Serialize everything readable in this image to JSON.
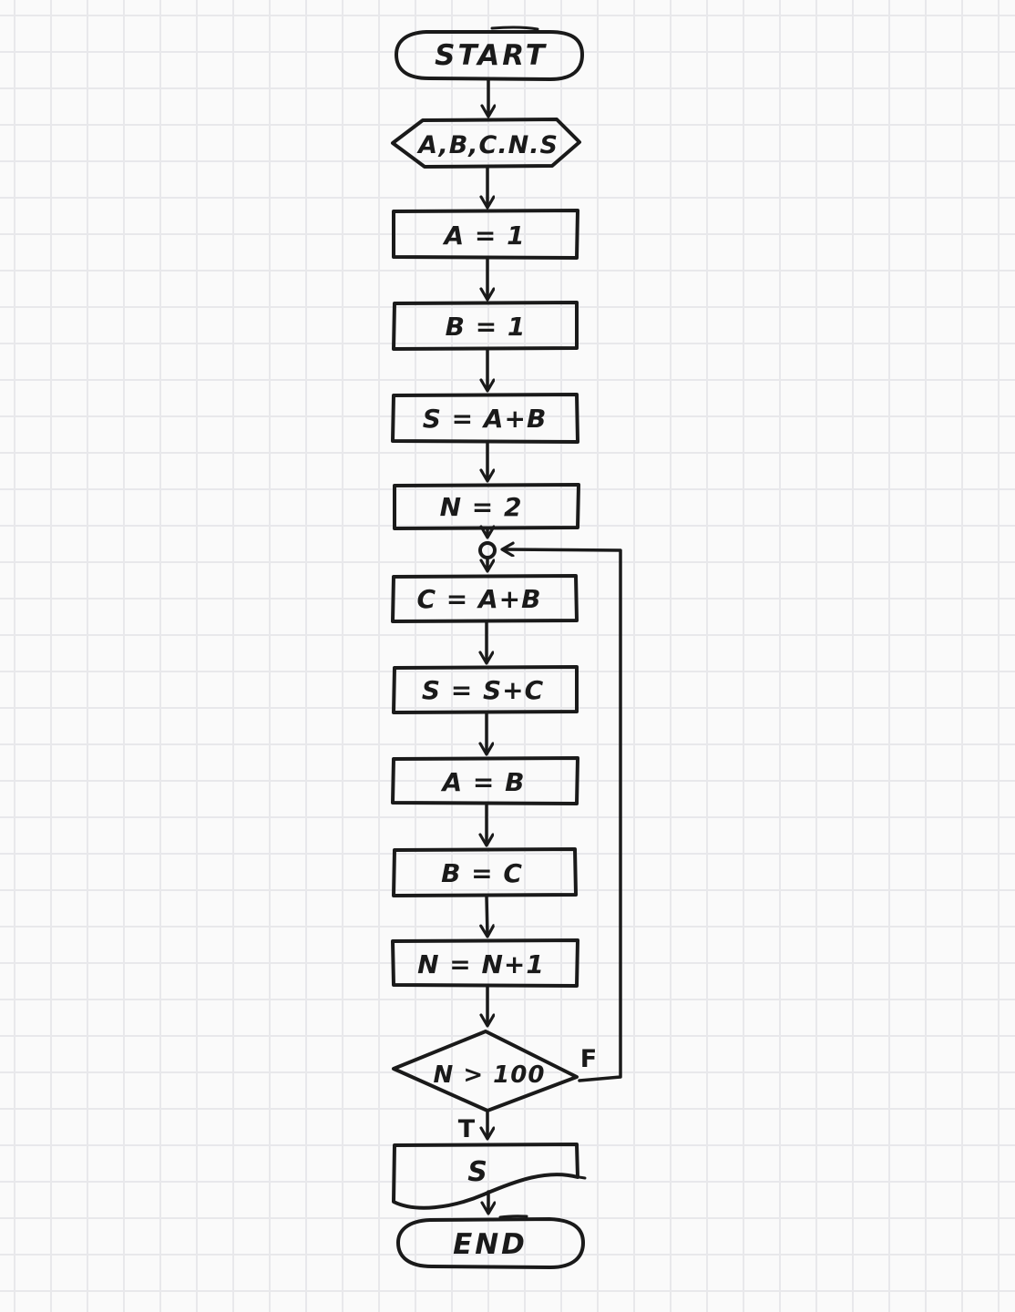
{
  "colors": {
    "ink": "#1a1a1a",
    "paper": "#fafafa",
    "grid_line": "#e8e8eb"
  },
  "diagram": {
    "type": "flowchart",
    "style": "hand-drawn on graph paper",
    "nodes": [
      {
        "id": "start",
        "shape": "terminator",
        "label": "START"
      },
      {
        "id": "input",
        "shape": "hexagon",
        "label": "A,B,C.N.S"
      },
      {
        "id": "init-a",
        "shape": "process",
        "label": "A = 1"
      },
      {
        "id": "init-b",
        "shape": "process",
        "label": "B = 1"
      },
      {
        "id": "init-s",
        "shape": "process",
        "label": "S = A+B"
      },
      {
        "id": "init-n",
        "shape": "process",
        "label": "N = 2"
      },
      {
        "id": "calc-c",
        "shape": "process",
        "label": "C = A+B"
      },
      {
        "id": "acc-s",
        "shape": "process",
        "label": "S = S+C"
      },
      {
        "id": "shift-a",
        "shape": "process",
        "label": "A = B"
      },
      {
        "id": "shift-b",
        "shape": "process",
        "label": "B = C"
      },
      {
        "id": "inc-n",
        "shape": "process",
        "label": "N = N+1"
      },
      {
        "id": "decision",
        "shape": "decision",
        "label": "N > 100"
      },
      {
        "id": "output-s",
        "shape": "document",
        "label": "S"
      },
      {
        "id": "end",
        "shape": "terminator",
        "label": "END"
      }
    ],
    "edge_labels": {
      "true_branch": "T",
      "false_branch": "F"
    }
  }
}
